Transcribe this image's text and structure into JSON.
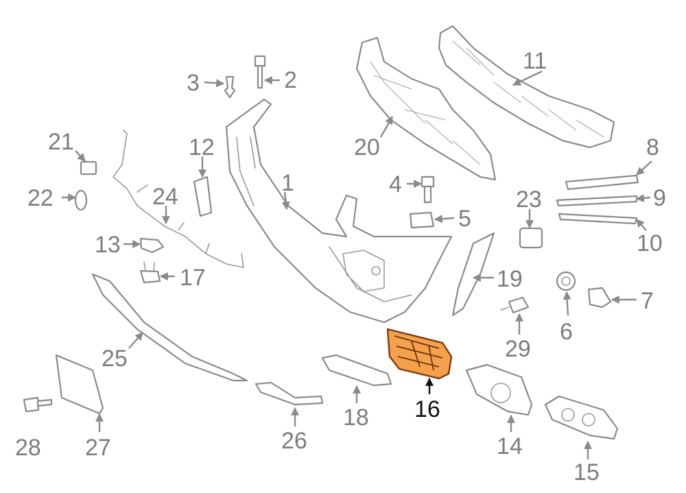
{
  "diagram": {
    "highlight_color": "#f5a04a",
    "line_color": "#8a8a8a",
    "highlighted_part": "16",
    "callouts": {
      "c1": "1",
      "c2": "2",
      "c3": "3",
      "c4": "4",
      "c5": "5",
      "c6": "6",
      "c7": "7",
      "c8": "8",
      "c9": "9",
      "c10": "10",
      "c11": "11",
      "c12": "12",
      "c13": "13",
      "c14": "14",
      "c15": "15",
      "c16": "16",
      "c17": "17",
      "c18": "18",
      "c19": "19",
      "c20": "20",
      "c21": "21",
      "c22": "22",
      "c23": "23",
      "c24": "24",
      "c25": "25",
      "c26": "26",
      "c27": "27",
      "c28": "28",
      "c29": "29"
    }
  }
}
